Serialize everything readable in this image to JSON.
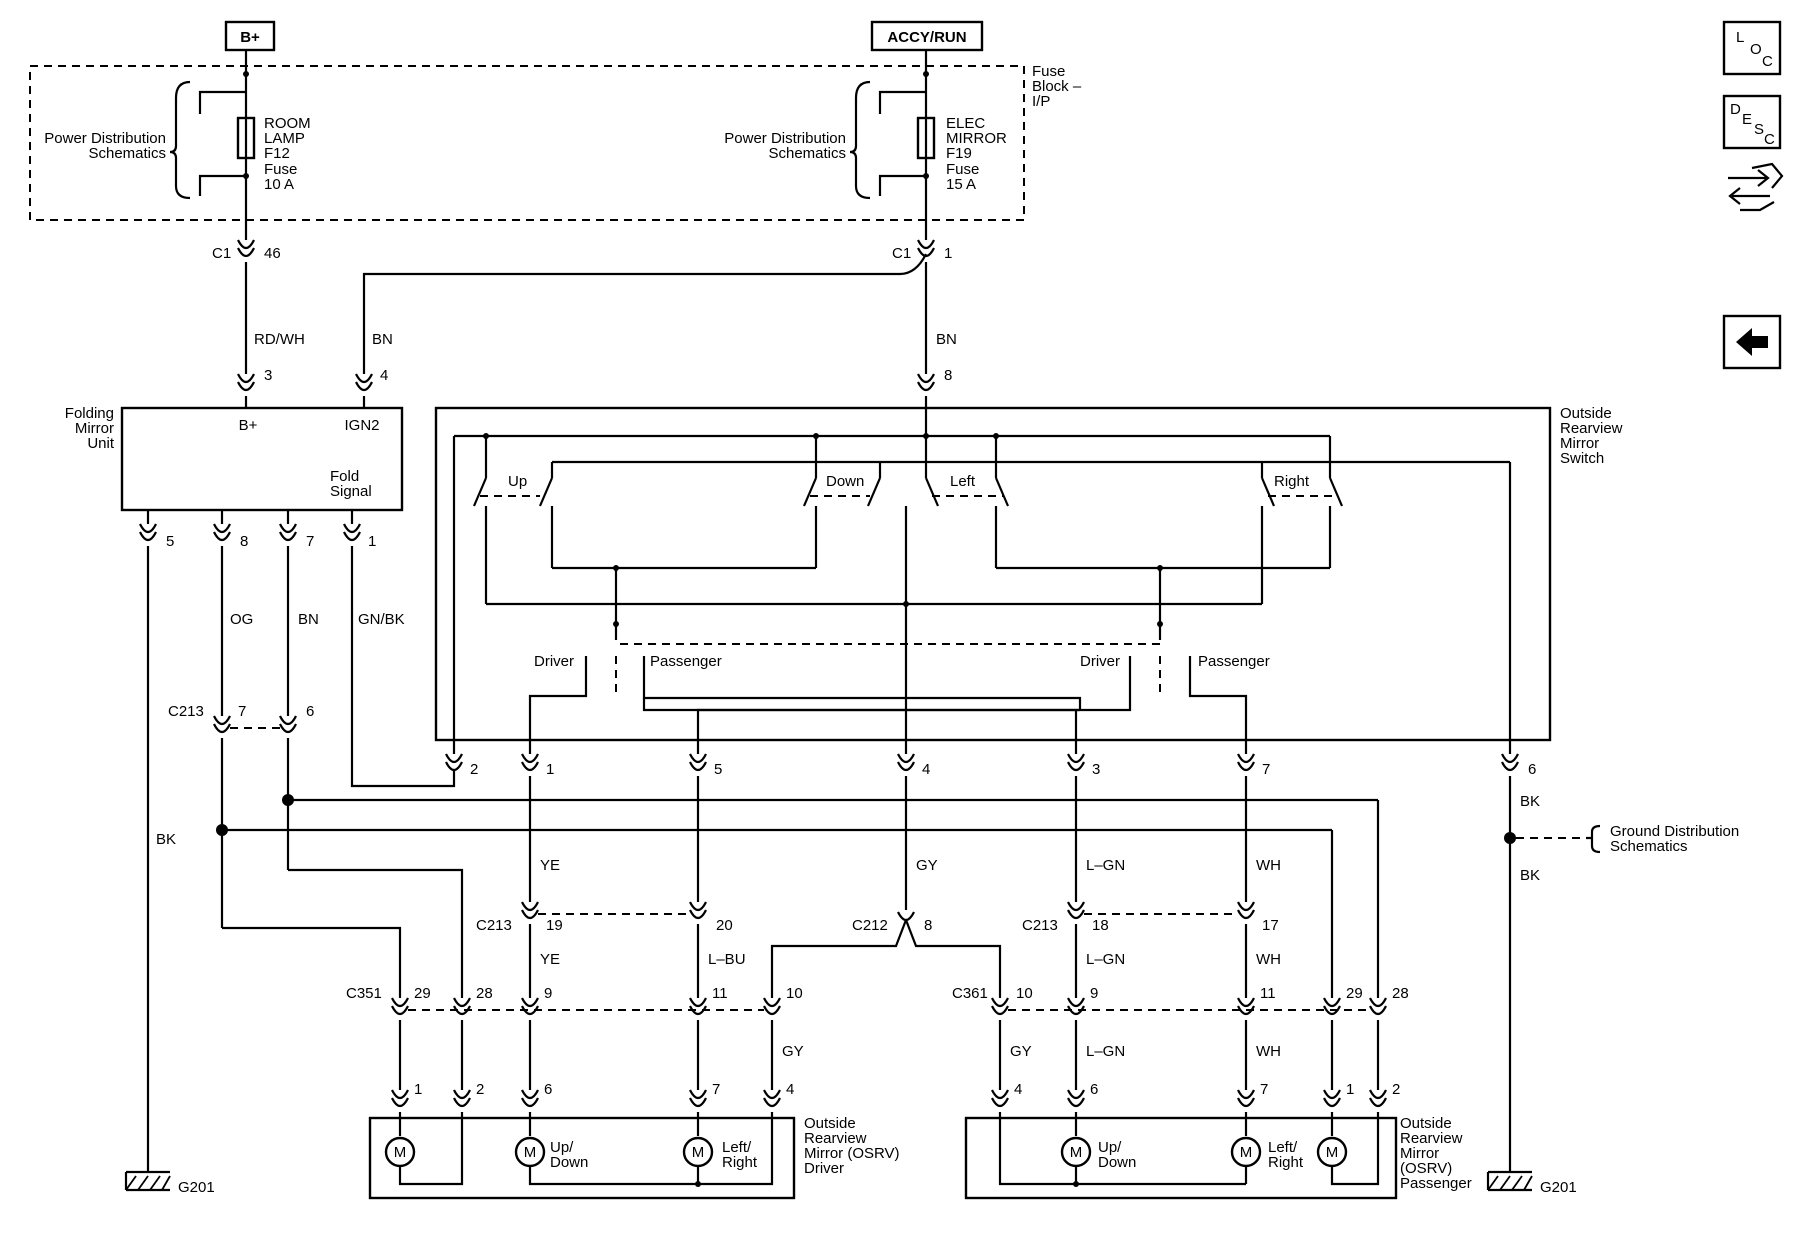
{
  "sources": {
    "battery": "B+",
    "accy_run": "ACCY/RUN"
  },
  "fuse_block": {
    "label_lines": [
      "Fuse",
      "Block –",
      "I/P"
    ],
    "pd_left_lines": [
      "Power Distribution",
      "Schematics"
    ],
    "pd_right_lines": [
      "Power Distribution",
      "Schematics"
    ],
    "fuse_left_lines": [
      "ROOM",
      "LAMP",
      "F12",
      "Fuse",
      "10 A"
    ],
    "fuse_right_lines": [
      "ELEC",
      "MIRROR",
      "F19",
      "Fuse",
      "15 A"
    ]
  },
  "connectors": {
    "c1": "C1",
    "c1_left_pin": "46",
    "c1_right_pin": "1",
    "c213": "C213",
    "c212": "C212",
    "c351": "C351",
    "c361": "C361"
  },
  "wires": {
    "rdwh": "RD/WH",
    "bn_a": "BN",
    "bn_b": "BN",
    "bn_c": "BN",
    "og": "OG",
    "gnbk": "GN/BK",
    "bk_left": "BK",
    "bk_right_top": "BK",
    "bk_right_bottom": "BK",
    "ye_top": "YE",
    "gy_top": "GY",
    "lgn_top": "L–GN",
    "wh_top": "WH",
    "ye_mid": "YE",
    "lbu": "L–BU",
    "lgn_mid": "L–GN",
    "wh_mid": "WH",
    "gy_left_low": "GY",
    "gy_right_low": "GY",
    "lgn_low": "L–GN",
    "wh_low": "WH"
  },
  "folding_unit": {
    "label_lines": [
      "Folding",
      "Mirror",
      "Unit"
    ],
    "pin_bplus": "B+",
    "pin_ign2": "IGN2",
    "fold_signal_lines": [
      "Fold",
      "Signal"
    ],
    "pins_top": [
      "3",
      "4"
    ],
    "pins_bottom": [
      "5",
      "8",
      "7",
      "1"
    ]
  },
  "switch": {
    "label_lines": [
      "Outside",
      "Rearview",
      "Mirror",
      "Switch"
    ],
    "top_pin": "8",
    "up": "Up",
    "down": "Down",
    "left": "Left",
    "right": "Right",
    "driver_left": "Driver",
    "passenger_left": "Passenger",
    "driver_right": "Driver",
    "passenger_right": "Passenger",
    "bottom_pins": [
      "2",
      "1",
      "5",
      "4",
      "3",
      "7",
      "6"
    ]
  },
  "c213_upper_pins": [
    "7",
    "6"
  ],
  "c213_lower_pins": [
    "19",
    "20",
    "18",
    "17"
  ],
  "c212_pin": "8",
  "c351_pins": [
    "29",
    "28",
    "9",
    "11",
    "10"
  ],
  "c361_pins": [
    "10",
    "9",
    "11",
    "29",
    "28"
  ],
  "driver_mirror": {
    "label_lines": [
      "Outside",
      "Rearview",
      "Mirror (OSRV)",
      "Driver"
    ],
    "pins": [
      "1",
      "2",
      "6",
      "7",
      "4"
    ],
    "motor": "M",
    "updown_lines": [
      "Up/",
      "Down"
    ],
    "leftright_lines": [
      "Left/",
      "Right"
    ]
  },
  "passenger_mirror": {
    "label_lines": [
      "Outside",
      "Rearview",
      "Mirror",
      "(OSRV)",
      "Passenger"
    ],
    "pins": [
      "4",
      "6",
      "7",
      "1",
      "2"
    ],
    "motor": "M",
    "updown_lines": [
      "Up/",
      "Down"
    ],
    "leftright_lines": [
      "Left/",
      "Right"
    ]
  },
  "ground": {
    "label_lines": [
      "Ground Distribution",
      "Schematics"
    ],
    "g_left": "G201",
    "g_right": "G201"
  },
  "side_icons": {
    "loc": [
      "L",
      "O",
      "C"
    ],
    "desc": [
      "D",
      "E",
      "S",
      "C"
    ],
    "arrows": "swap-arrows-icon",
    "back": "back-arrow-icon"
  }
}
